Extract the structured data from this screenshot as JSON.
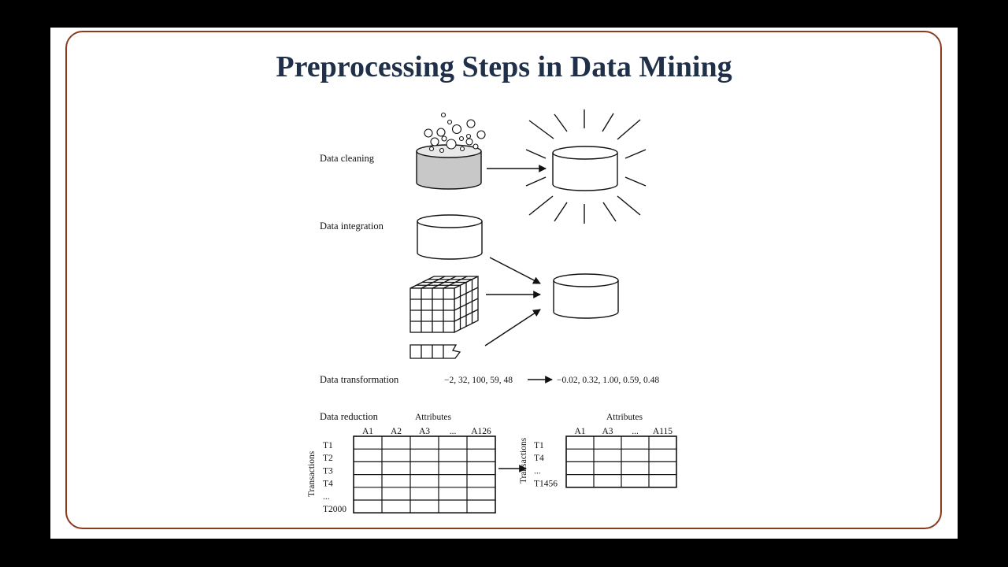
{
  "slide": {
    "title": "Preprocessing Steps in Data Mining"
  },
  "diagram": {
    "cleaning_label": "Data cleaning",
    "integration_label": "Data integration",
    "transformation": {
      "label": "Data transformation",
      "input": "−2, 32, 100, 59, 48",
      "output": "−0.02, 0.32, 1.00, 0.59, 0.48"
    },
    "reduction": {
      "label": "Data reduction",
      "left_table": {
        "attributes_label": "Attributes",
        "transactions_label": "Transactions",
        "columns": [
          "A1",
          "A2",
          "A3",
          "...",
          "A126"
        ],
        "rows": [
          "T1",
          "T2",
          "T3",
          "T4",
          "...",
          "T2000"
        ]
      },
      "right_table": {
        "attributes_label": "Attributes",
        "transactions_label": "Transactions",
        "columns": [
          "A1",
          "A3",
          "...",
          "A115"
        ],
        "rows": [
          "T1",
          "T4",
          "...",
          "T1456"
        ]
      }
    }
  },
  "colors": {
    "title": "#1f3048",
    "frame": "#8b3a1c",
    "dirty_fill": "#c8c8c8"
  }
}
